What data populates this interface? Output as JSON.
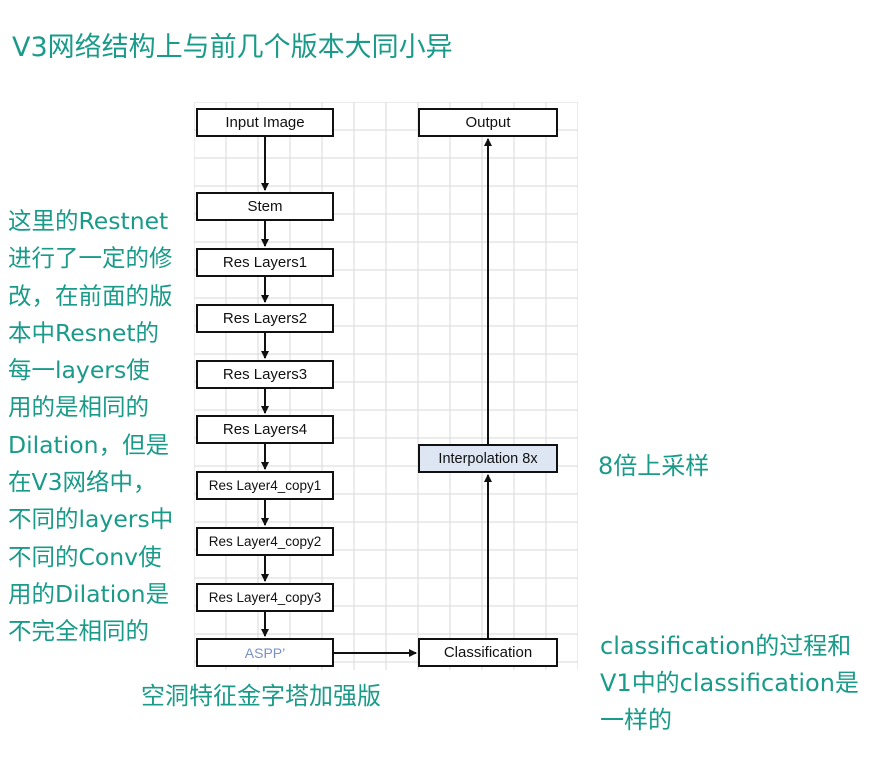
{
  "title": "V3网络结构上与前几个版本大同小异",
  "left_note": {
    "lines": [
      "这里的Restnet",
      "进行了一定的修",
      "改，在前面的版",
      "本中Resnet的",
      "每一layers使",
      "用的是相同的",
      "Dilation，但是",
      "在V3网络中，",
      "不同的layers中",
      "不同的Conv使",
      "用的Dilation是",
      "不完全相同的"
    ]
  },
  "upsample_note": "8倍上采样",
  "aspp_note": "空洞特征金字塔加强版",
  "classification_note": {
    "lines": [
      "classification的过程和",
      "V1中的classification是",
      "一样的"
    ]
  },
  "nodes": {
    "input_image": "Input Image",
    "stem": "Stem",
    "res_layers1": "Res Layers1",
    "res_layers2": "Res Layers2",
    "res_layers3": "Res Layers3",
    "res_layers4": "Res Layers4",
    "res_layer4_copy1": "Res Layer4_copy1",
    "res_layer4_copy2": "Res Layer4_copy2",
    "res_layer4_copy3": "Res Layer4_copy3",
    "aspp": "ASPP’",
    "classification": "Classification",
    "interpolation": "Interpolation 8x",
    "output": "Output"
  },
  "colors": {
    "annotation_text": "#1a9b8a",
    "aspp_text": "#7a90c8",
    "interpolation_fill": "#dde6f2",
    "grid_line": "#d9d9d9"
  }
}
